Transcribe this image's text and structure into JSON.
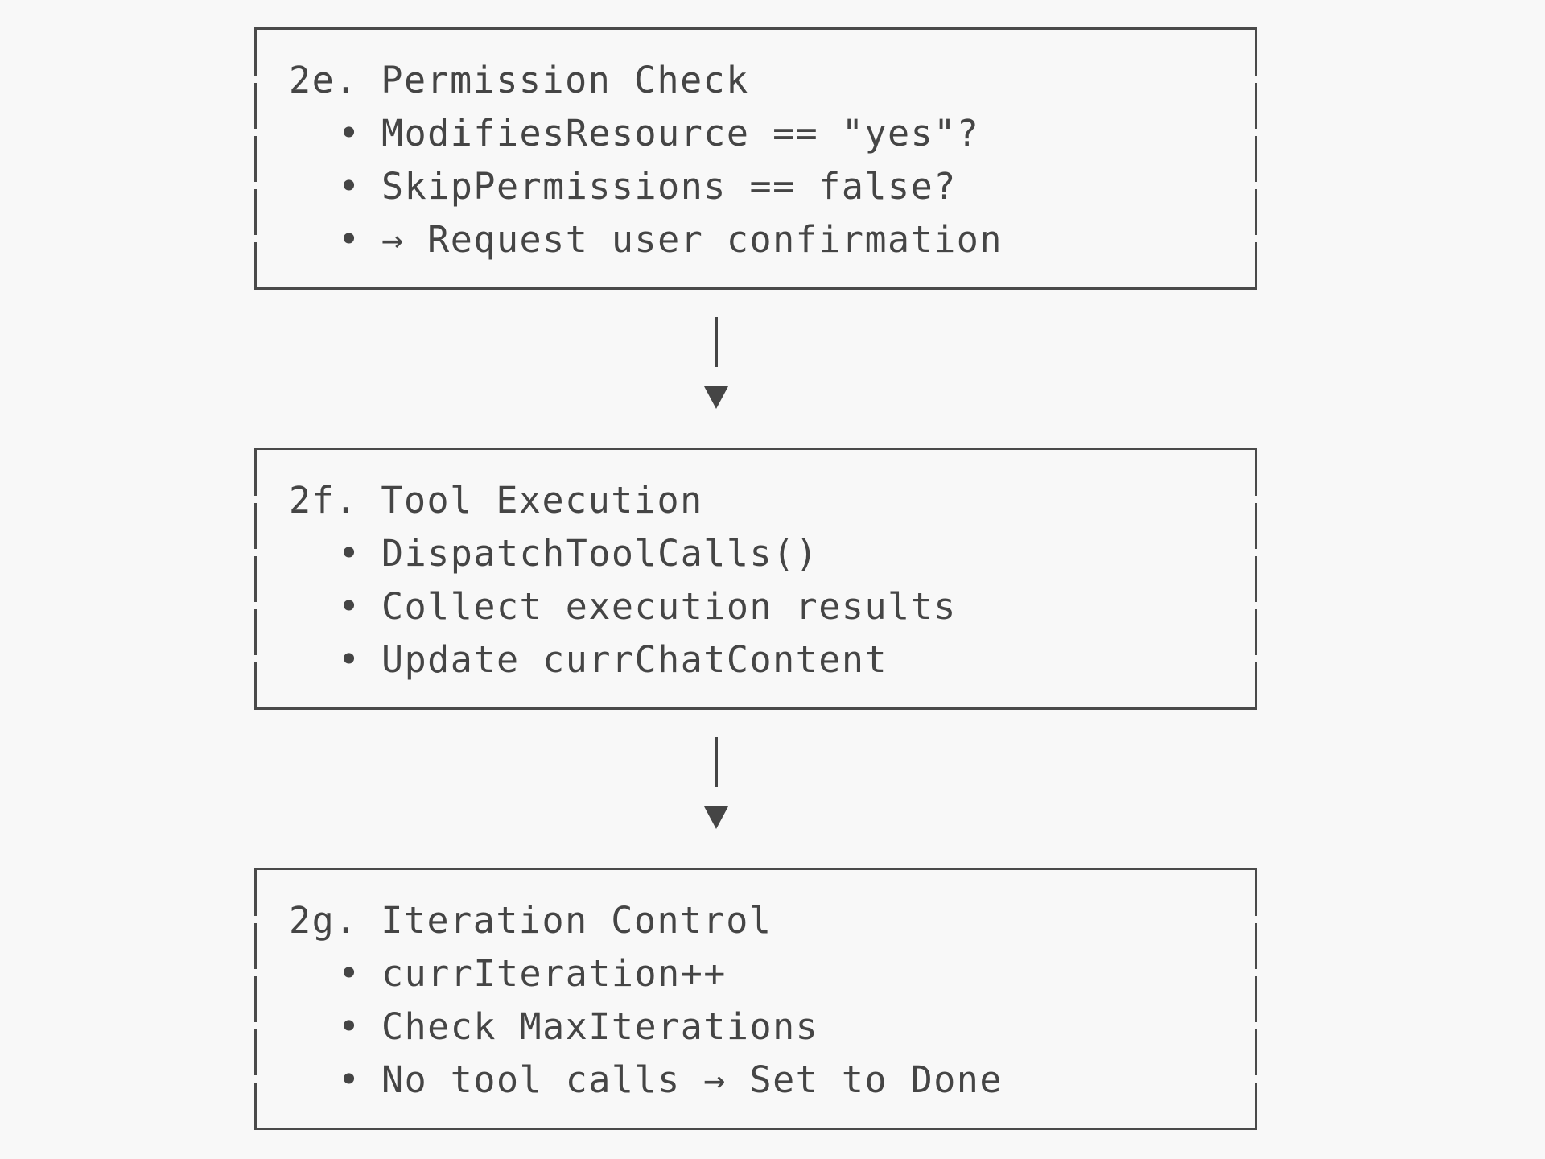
{
  "diagram": {
    "boxes": [
      {
        "title": "2e. Permission Check",
        "items": [
          "ModifiesResource == \"yes\"?",
          "SkipPermissions == false?",
          "→ Request user confirmation"
        ]
      },
      {
        "title": "2f. Tool Execution",
        "items": [
          "DispatchToolCalls()",
          "Collect execution results",
          "Update currChatContent"
        ]
      },
      {
        "title": "2g. Iteration Control",
        "items": [
          "currIteration++",
          "Check MaxIterations",
          "No tool calls → Set to Done"
        ]
      }
    ],
    "bullet": "•"
  },
  "colors": {
    "background": "#f8f8f8",
    "text": "#454545",
    "border": "#4a4a4a"
  }
}
